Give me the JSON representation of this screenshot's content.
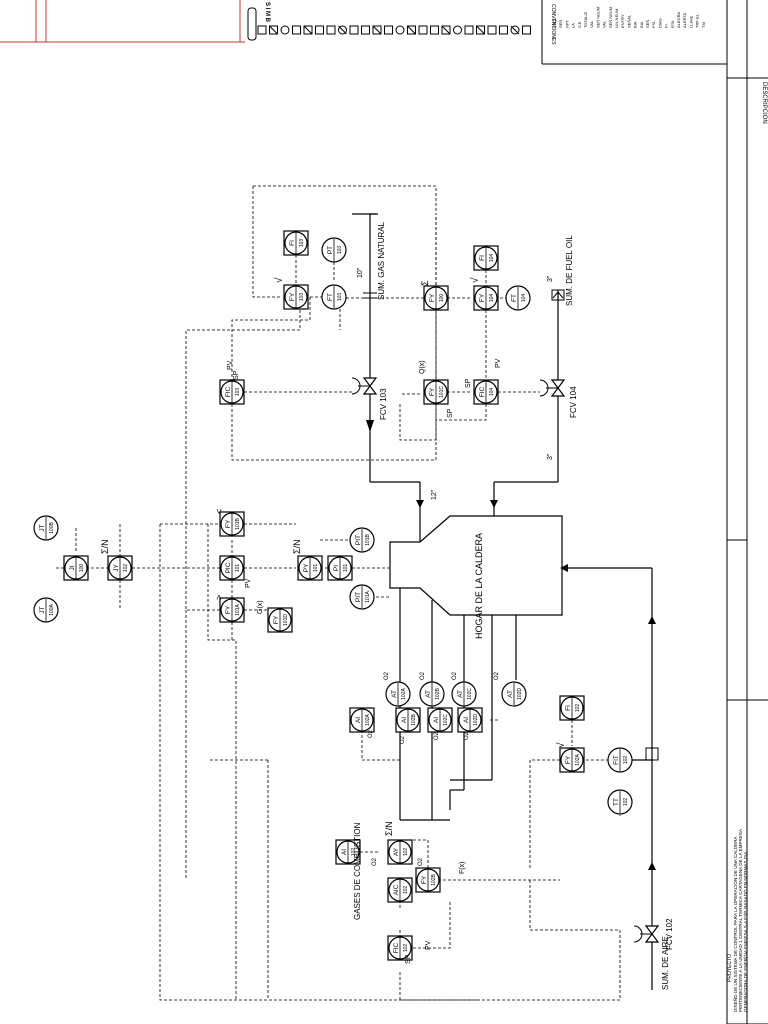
{
  "title_block": {
    "header_symbols": "S I M B",
    "conventions": "CONVENCIONES",
    "description": "DESCRIPCION",
    "project_label": "PROYECTO",
    "project_line1": "DISEÑO DE UN SISTEMA DE CONTROL PARA LA OPERACION DE UNA CALDERA",
    "project_line2": "PERTENECIENTE A LA UNIDAD 1 CENTRAL TERMICA CARTAGENA DE LA EMPRESA",
    "project_line3": "GENERADORA DE ENERGIA EMGESA S.A ESP, BASADO EN NORMAS ISA."
  },
  "process": {
    "furnace": "HOGAR DE LA CALDERA",
    "gas_supply": "SUM. GAS NATURAL",
    "fuel_supply": "SUM. DE FUEL OIL",
    "air_supply": "SUM. DE AIRE",
    "flue_gas": "GASES DE COMBUSTION",
    "pipe_10": "10\"",
    "pipe_12": "12\"",
    "pipe_3a": "3\"",
    "pipe_3b": "3\"",
    "fcv103": "FCV 103",
    "fcv104": "FCV 104",
    "fcv102": "FCV 102"
  },
  "instruments": [
    {
      "id": "fi103",
      "tag": "FI",
      "num": "103"
    },
    {
      "id": "pt103",
      "tag": "PT",
      "num": "103"
    },
    {
      "id": "fy103",
      "tag": "FY",
      "num": "103"
    },
    {
      "id": "ft103",
      "tag": "FT",
      "num": "103"
    },
    {
      "id": "fi104",
      "tag": "FI",
      "num": "104"
    },
    {
      "id": "fy100",
      "tag": "FY",
      "num": "100"
    },
    {
      "id": "fy104",
      "tag": "FY",
      "num": "104"
    },
    {
      "id": "ft104",
      "tag": "FT",
      "num": "104"
    },
    {
      "id": "fic103",
      "tag": "FIC",
      "num": "103"
    },
    {
      "id": "fy101c",
      "tag": "FY",
      "num": "101C"
    },
    {
      "id": "fic104",
      "tag": "FIC",
      "num": "104"
    },
    {
      "id": "jt100b",
      "tag": "JT",
      "num": "100B"
    },
    {
      "id": "ji100",
      "tag": "JI",
      "num": "100"
    },
    {
      "id": "jy102",
      "tag": "JY",
      "num": "102"
    },
    {
      "id": "jt100a",
      "tag": "JT",
      "num": "100A"
    },
    {
      "id": "fy101b",
      "tag": "FY",
      "num": "101B"
    },
    {
      "id": "pic101",
      "tag": "PIC",
      "num": "101"
    },
    {
      "id": "fy101a",
      "tag": "FY",
      "num": "101A"
    },
    {
      "id": "fy101d",
      "tag": "FY",
      "num": "101D"
    },
    {
      "id": "py101",
      "tag": "PY",
      "num": "101"
    },
    {
      "id": "pi101",
      "tag": "PI",
      "num": "101"
    },
    {
      "id": "pit101b",
      "tag": "PIT",
      "num": "101B"
    },
    {
      "id": "pit101a",
      "tag": "PIT",
      "num": "101A"
    },
    {
      "id": "ai102a",
      "tag": "AI",
      "num": "102A"
    },
    {
      "id": "ai102b",
      "tag": "AI",
      "num": "102B"
    },
    {
      "id": "ai102c",
      "tag": "AI",
      "num": "102C"
    },
    {
      "id": "ai102d",
      "tag": "AI",
      "num": "102D"
    },
    {
      "id": "at102a",
      "tag": "AT",
      "num": "102A"
    },
    {
      "id": "at102b",
      "tag": "AT",
      "num": "102B"
    },
    {
      "id": "at102c",
      "tag": "AT",
      "num": "102C"
    },
    {
      "id": "at102d",
      "tag": "AT",
      "num": "102D"
    },
    {
      "id": "ai102",
      "tag": "AI",
      "num": "102"
    },
    {
      "id": "ay102",
      "tag": "AY",
      "num": "102"
    },
    {
      "id": "aic102",
      "tag": "AIC",
      "num": "102"
    },
    {
      "id": "fy102b",
      "tag": "FY",
      "num": "102B"
    },
    {
      "id": "fic102",
      "tag": "FIC",
      "num": "102"
    },
    {
      "id": "fi102",
      "tag": "FI",
      "num": "102"
    },
    {
      "id": "fy102a",
      "tag": "FY",
      "num": "102A"
    },
    {
      "id": "fit102",
      "tag": "FIT",
      "num": "102"
    },
    {
      "id": "tt102",
      "tag": "TT",
      "num": "102"
    }
  ],
  "labels": {
    "sp_fic103": "SP",
    "pv_fic103": "PV",
    "qx": "Q(x)",
    "sp_fic104a": "SP",
    "sp_fic104b": "SP",
    "pv_fic104": "PV",
    "gx": "G(x)",
    "pv_pic": "PV",
    "fx": "F(x)",
    "sp_fic102": "SP",
    "pv_fic102": "PV",
    "o2_a": "O2",
    "o2_b": "O2",
    "o2_c": "O2",
    "o2_d": "O2",
    "o2_ai102": "O2",
    "o2_at_a": "O2",
    "o2_at_b": "O2",
    "o2_at_c": "O2",
    "o2_at_d": "O2",
    "o2_ay": "O2",
    "sum_n_1": "Σ/N",
    "sum_n_2": "Σ/N",
    "sum_n_3": "Σ/N",
    "sum": "Σ",
    "sqrt_1": "√",
    "sqrt_2": "√",
    "sqrt_3": "√",
    "gt": ">",
    "lt": "<"
  },
  "legend_items": [
    "ESQ",
    "SEÑ",
    "NPT",
    "LA",
    "S.E",
    "TOTALIZ",
    "VAL",
    "SEÑ NEUM",
    "VAL",
    "SEÑ NEUM",
    "LIN-NEUM",
    "ENTRY",
    "SEÑAL",
    "BIA",
    "BIA",
    "SEÑ",
    "FSL",
    "DIAG",
    "FI",
    "RTA",
    "ALEGRA",
    "ALERTA",
    "LLAVE",
    "TRF-EL",
    "TM"
  ]
}
